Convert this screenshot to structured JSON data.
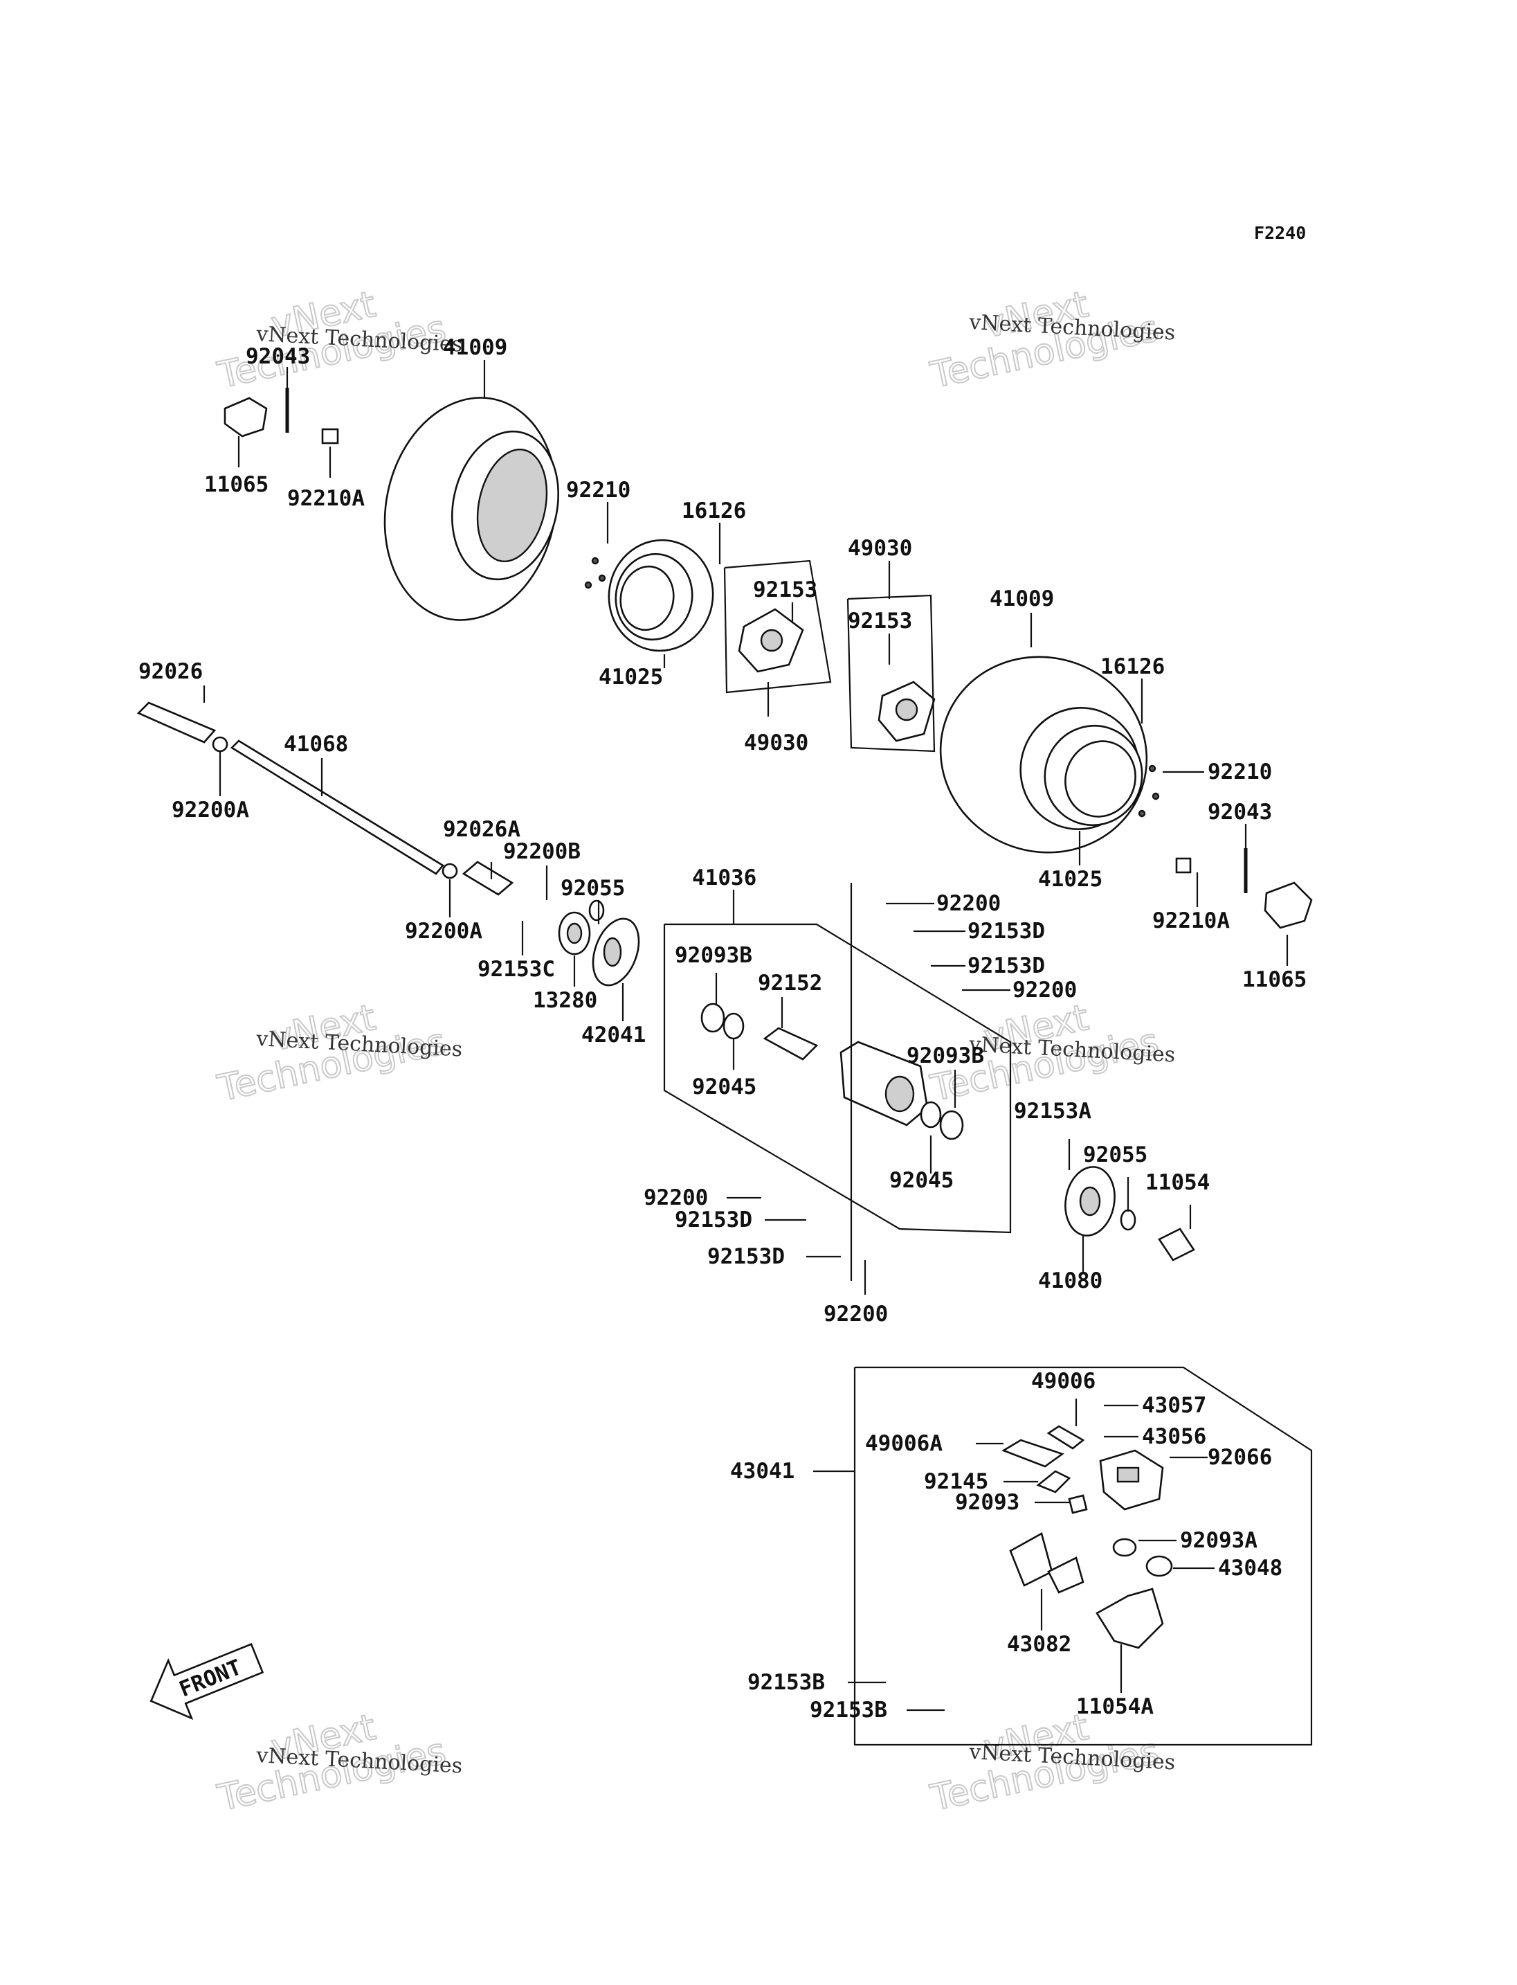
{
  "diagram": {
    "code": "F2240",
    "labels": {
      "l1": "92043",
      "l2": "41009",
      "l3": "11065",
      "l4": "92210A",
      "l5": "92210",
      "l6": "16126",
      "l7": "49030",
      "l8": "92153",
      "l9": "92153",
      "l10": "41025",
      "l11": "49030",
      "l12": "41009",
      "l13": "16126",
      "l14": "92210",
      "l15": "92043",
      "l16": "41025",
      "l17": "92210A",
      "l18": "11065",
      "l19": "92026",
      "l20": "41068",
      "l21": "92200A",
      "l22": "92026A",
      "l23": "92200B",
      "l24": "92055",
      "l25": "92200A",
      "l26": "92153C",
      "l27": "13280",
      "l28": "42041",
      "l29": "41036",
      "l30": "92200",
      "l31": "92153D",
      "l32": "92093B",
      "l33": "92152",
      "l34": "92153D",
      "l35": "92200",
      "l36": "92045",
      "l37": "92093B",
      "l38": "92153A",
      "l39": "92055",
      "l40": "11054",
      "l41": "92045",
      "l42": "92200",
      "l43": "92153D",
      "l44": "92153D",
      "l45": "92200",
      "l46": "41080",
      "l47": "49006",
      "l48": "43057",
      "l49": "49006A",
      "l50": "43056",
      "l51": "43041",
      "l52": "92066",
      "l53": "92145",
      "l54": "92093",
      "l55": "92093A",
      "l56": "43048",
      "l57": "43082",
      "l58": "92153B",
      "l59": "11054A",
      "l60": "92153B"
    },
    "front_arrow": "FRONT",
    "watermark": {
      "line1": "vNext Technologies",
      "line2": "Technologies",
      "line3": "vNext"
    }
  }
}
